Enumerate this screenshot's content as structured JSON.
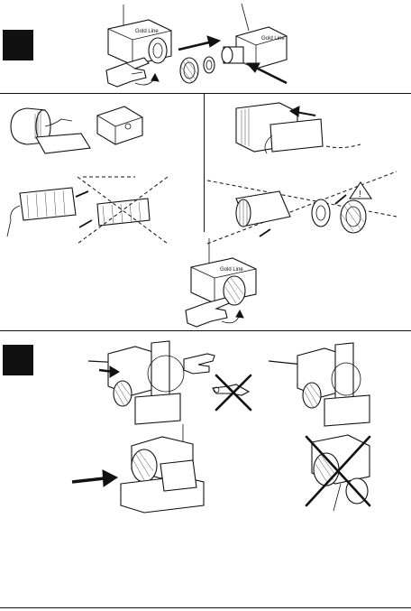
{
  "product_label": "Gold Line",
  "warning_symbol": "!",
  "step_markers": [
    "step-1-badge",
    "step-2-badge"
  ],
  "icons": [
    "hand-icon",
    "battery-icon",
    "wrench-icon",
    "warning-triangle-icon"
  ]
}
